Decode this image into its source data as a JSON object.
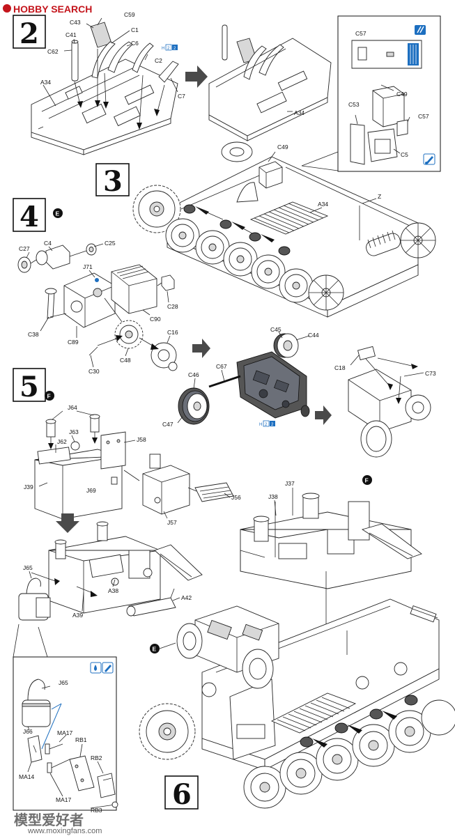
{
  "watermark": {
    "header": "HOBBY SEARCH",
    "footer_text": "模型爱好者",
    "footer_url": "www.moxingfans.com"
  },
  "colors": {
    "icon_blue": "#1d6fc0",
    "grey_arrow": "#4a4a4a",
    "header_red": "#c4151c"
  },
  "steps": [
    {
      "number": "2"
    },
    {
      "number": "3"
    },
    {
      "number": "4",
      "marker": "E"
    },
    {
      "number": "5",
      "marker": "F"
    },
    {
      "number": "6"
    }
  ],
  "markers": {
    "e_step6": "E",
    "f_right": "F"
  },
  "badges": {
    "h22_letter": "H",
    "h22_a": "2",
    "h22_b": "2"
  },
  "labels": {
    "s2": [
      "C59",
      "C43",
      "C1",
      "C41",
      "C6",
      "C62",
      "C2",
      "A34",
      "C7",
      "A34"
    ],
    "inset_top": [
      "C57",
      "C49",
      "C53",
      "C57",
      "C5"
    ],
    "s3": [
      "C49",
      "Z",
      "A34"
    ],
    "s4": [
      "C27",
      "C4",
      "C25",
      "J71",
      "C28",
      "C90",
      "C38",
      "C89",
      "C16",
      "C30",
      "C48"
    ],
    "s4b": [
      "C45",
      "C44",
      "C67",
      "C46",
      "C47",
      "C18",
      "C73"
    ],
    "s5": [
      "J64",
      "J63",
      "J62",
      "J58",
      "J39",
      "J69",
      "J56",
      "J57",
      "J65",
      "A38",
      "A42",
      "A39",
      "J37",
      "J38"
    ],
    "inset_bottom": [
      "J65",
      "J66",
      "MA17",
      "RB1",
      "RB2",
      "MA14",
      "MA17",
      "RB3"
    ]
  },
  "icons": [
    "paint-pot-icon",
    "brush-icon"
  ]
}
